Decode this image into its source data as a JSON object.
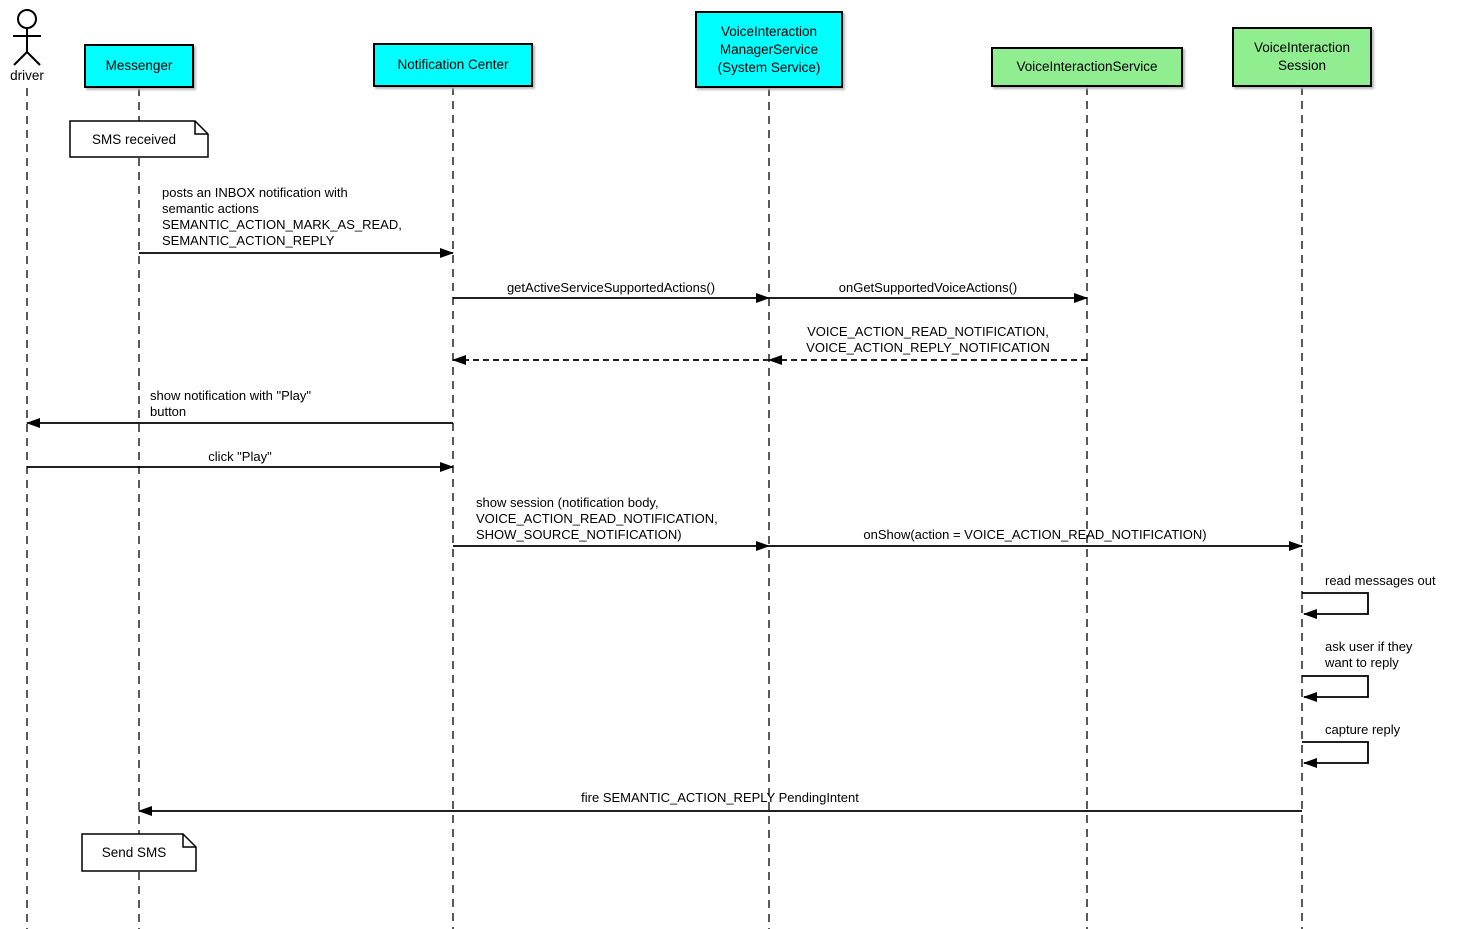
{
  "colors": {
    "cyan_participant": "#00ffff",
    "green_participant": "#90ee90",
    "line": "#000000",
    "note_fill": "#ffffff",
    "background": "#ffffff"
  },
  "participants": [
    {
      "id": "driver",
      "kind": "actor",
      "label": "driver"
    },
    {
      "id": "messenger",
      "kind": "box",
      "fill": "#00ffff",
      "label_lines": [
        "Messenger"
      ]
    },
    {
      "id": "notification_center",
      "kind": "box",
      "fill": "#00ffff",
      "label_lines": [
        "Notification Center"
      ]
    },
    {
      "id": "vi_manager_service",
      "kind": "box",
      "fill": "#00ffff",
      "label_lines": [
        "VoiceInteraction",
        "ManagerService",
        "(System Service)"
      ]
    },
    {
      "id": "vi_service",
      "kind": "box",
      "fill": "#90ee90",
      "label_lines": [
        "VoiceInteractionService"
      ]
    },
    {
      "id": "vi_session",
      "kind": "box",
      "fill": "#90ee90",
      "label_lines": [
        "VoiceInteraction",
        "Session"
      ]
    }
  ],
  "notes": [
    {
      "text": "SMS received",
      "anchor": "messenger"
    },
    {
      "text": "Send SMS",
      "anchor": "messenger"
    }
  ],
  "messages": [
    {
      "from": "messenger",
      "to": "notification_center",
      "line": "solid",
      "lines": [
        "posts an INBOX notification with",
        "semantic actions",
        "SEMANTIC_ACTION_MARK_AS_READ,",
        "SEMANTIC_ACTION_REPLY"
      ]
    },
    {
      "from": "notification_center",
      "to": "vi_manager_service",
      "line": "solid",
      "lines": [
        "getActiveServiceSupportedActions()"
      ]
    },
    {
      "from": "vi_manager_service",
      "to": "vi_service",
      "line": "solid",
      "lines": [
        "onGetSupportedVoiceActions()"
      ]
    },
    {
      "from": "vi_service",
      "to": "vi_manager_service",
      "line": "dashed",
      "lines": [
        "VOICE_ACTION_READ_NOTIFICATION,",
        "VOICE_ACTION_REPLY_NOTIFICATION"
      ]
    },
    {
      "from": "vi_manager_service",
      "to": "notification_center",
      "line": "dashed",
      "lines": []
    },
    {
      "from": "notification_center",
      "to": "driver",
      "line": "solid",
      "lines": [
        "show notification with \"Play\"",
        "button"
      ]
    },
    {
      "from": "driver",
      "to": "notification_center",
      "line": "solid",
      "lines": [
        "click \"Play\""
      ]
    },
    {
      "from": "notification_center",
      "to": "vi_manager_service",
      "line": "solid",
      "lines": [
        "show session (notification body,",
        "VOICE_ACTION_READ_NOTIFICATION,",
        "SHOW_SOURCE_NOTIFICATION)"
      ]
    },
    {
      "from": "vi_manager_service",
      "to": "vi_session",
      "line": "solid",
      "lines": [
        "onShow(action = VOICE_ACTION_READ_NOTIFICATION)"
      ]
    },
    {
      "from": "vi_session",
      "to": "vi_session",
      "line": "self",
      "lines": [
        "read messages out"
      ]
    },
    {
      "from": "vi_session",
      "to": "vi_session",
      "line": "self",
      "lines": [
        "ask user if they",
        "want to reply"
      ]
    },
    {
      "from": "vi_session",
      "to": "vi_session",
      "line": "self",
      "lines": [
        "capture reply"
      ]
    },
    {
      "from": "vi_session",
      "to": "messenger",
      "line": "solid",
      "lines": [
        "fire SEMANTIC_ACTION_REPLY PendingIntent"
      ]
    }
  ]
}
